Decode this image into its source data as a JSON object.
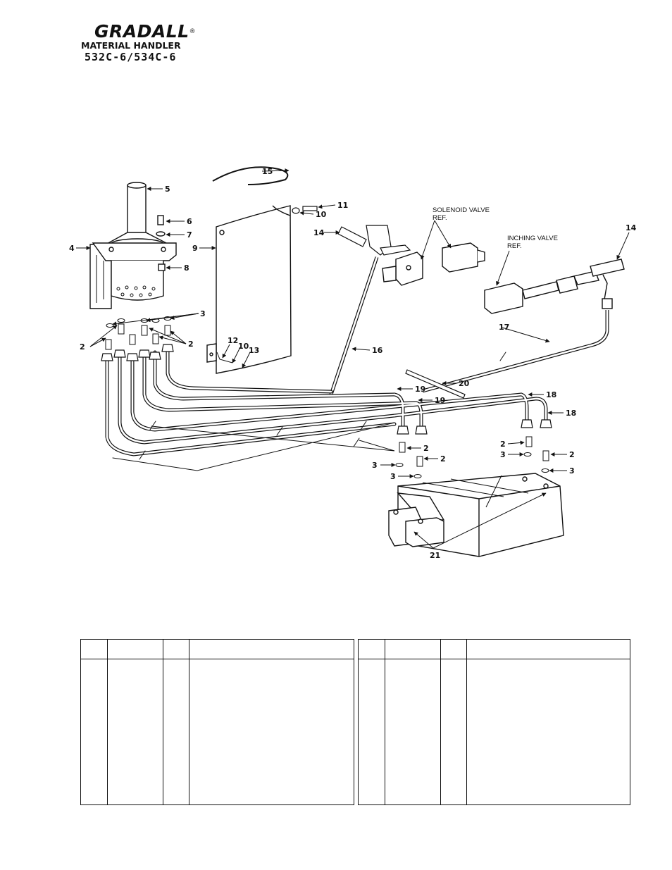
{
  "header": {
    "brand": "GRADALL",
    "registered_mark": "®",
    "subtitle": "MATERIAL HANDLER",
    "model": "532C-6/534C-6"
  },
  "callouts": {
    "c2": "2",
    "c3": "3",
    "c4": "4",
    "c5": "5",
    "c6": "6",
    "c7": "7",
    "c8": "8",
    "c9": "9",
    "c10": "10",
    "c11": "11",
    "c12": "12",
    "c13": "13",
    "c14": "14",
    "c15": "15",
    "c16": "16",
    "c17": "17",
    "c18": "18",
    "c19": "19",
    "c20": "20",
    "c21": "21"
  },
  "references": {
    "solenoid_line1": "SOLENOID VALVE",
    "solenoid_line2": "REF.",
    "inching_line1": "INCHING VALVE",
    "inching_line2": "REF."
  },
  "parts_table": {
    "columns": 8,
    "rows": []
  }
}
